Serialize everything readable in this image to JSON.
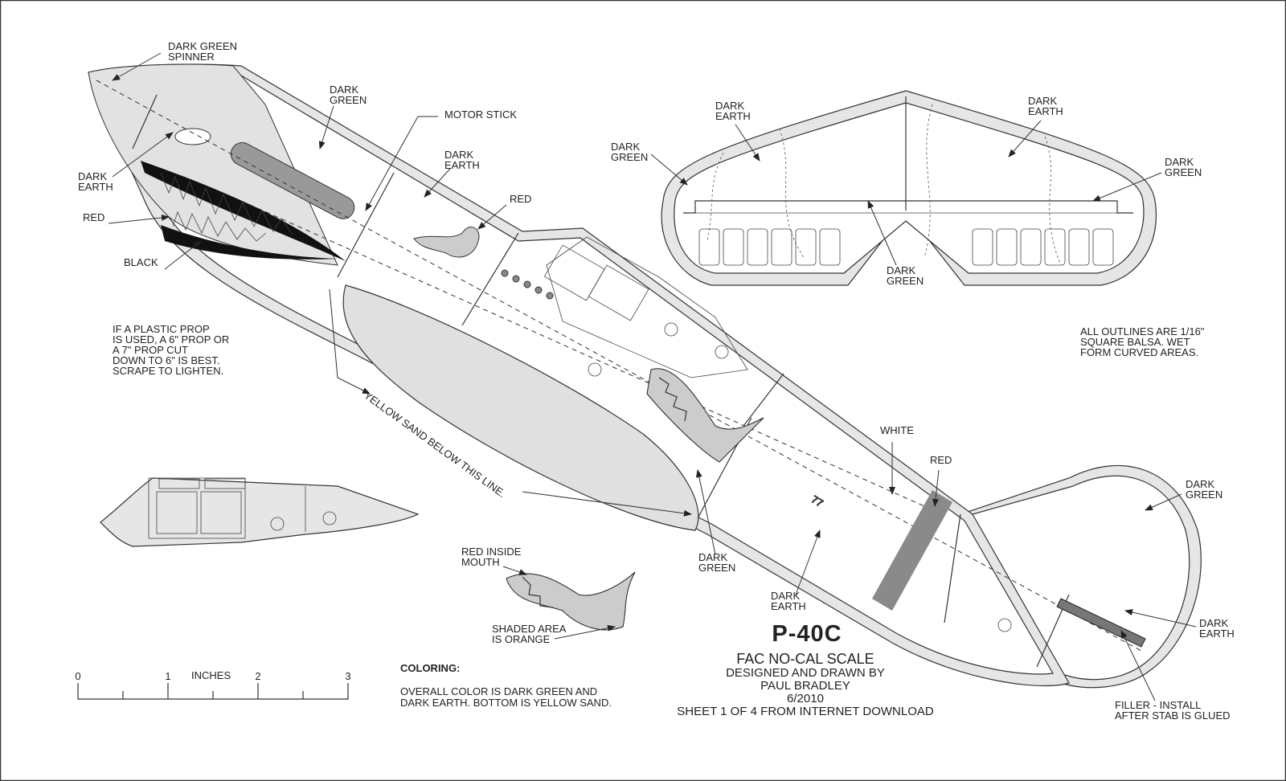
{
  "sheet": {
    "model": "P-40C",
    "subtitle": "FAC NO-CAL SCALE",
    "credit_lines": [
      "DESIGNED AND DRAWN BY",
      "PAUL BRADLEY",
      "6/2010",
      "SHEET 1 OF 4 FROM INTERNET DOWNLOAD"
    ]
  },
  "labels": {
    "spinner": [
      "DARK GREEN",
      "SPINNER"
    ],
    "nose_top": [
      "DARK",
      "GREEN"
    ],
    "motor_stick": [
      "MOTOR STICK"
    ],
    "fwd_fuse": [
      "DARK",
      "EARTH"
    ],
    "pinup_red": [
      "RED"
    ],
    "nose_side": [
      "DARK",
      "EARTH"
    ],
    "mouth_red": [
      "RED"
    ],
    "mouth_black": [
      "BLACK"
    ],
    "prop_note": [
      "IF A PLASTIC PROP",
      "IS USED,  A 6\" PROP OR",
      "A 7\" PROP CUT",
      "DOWN TO 6\" IS BEST.",
      "SCRAPE TO LIGHTEN."
    ],
    "yellow_sand": [
      "YELLOW SAND BELOW THIS LINE."
    ],
    "wing_left_earth": [
      "DARK",
      "EARTH"
    ],
    "wing_left_green": [
      "DARK",
      "GREEN"
    ],
    "wing_right_earth": [
      "DARK",
      "EARTH"
    ],
    "wing_right_green": [
      "DARK",
      "GREEN"
    ],
    "wing_center_green": [
      "DARK",
      "GREEN"
    ],
    "outline_note": [
      "ALL OUTLINES ARE 1/16\"",
      "SQUARE BALSA. WET",
      "FORM CURVED AREAS."
    ],
    "number_white": [
      "WHITE"
    ],
    "band_red": [
      "RED"
    ],
    "fin_green": [
      "DARK",
      "GREEN"
    ],
    "fin_earth": [
      "DARK",
      "EARTH"
    ],
    "belly_green": [
      "DARK",
      "GREEN"
    ],
    "aft_earth": [
      "DARK",
      "EARTH"
    ],
    "tiger_mouth": [
      "RED INSIDE",
      "MOUTH"
    ],
    "tiger_shade": [
      "SHADED AREA",
      "IS ORANGE"
    ],
    "filler": [
      "FILLER - INSTALL",
      "AFTER STAB IS GLUED"
    ]
  },
  "fuselage_number": "77",
  "coloring": {
    "heading": "COLORING:",
    "lines": [
      "OVERALL COLOR IS DARK GREEN AND",
      "DARK EARTH. BOTTOM IS YELLOW SAND."
    ]
  },
  "scale_bar": {
    "unit_label": "INCHES",
    "ticks": [
      "0",
      "1",
      "2",
      "3"
    ]
  },
  "colors": {
    "line": "#333333",
    "shade": "#e0e0e0",
    "band": "#8a8a8a",
    "black": "#111111"
  }
}
